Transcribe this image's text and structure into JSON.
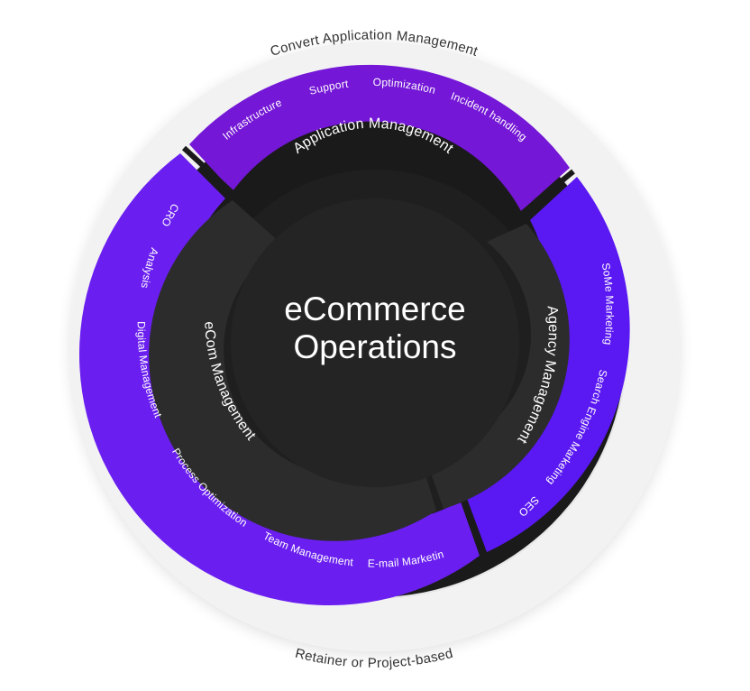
{
  "center": {
    "line1": "eCommerce",
    "line2": "Operations"
  },
  "outer": {
    "top": "Convert Application Management",
    "bottom": "Retainer or Project-based"
  },
  "segments": {
    "application": {
      "title": "Application Management",
      "items": [
        "Infrastructure",
        "Support",
        "Optimization",
        "Incident handling"
      ],
      "color": "#7417d6"
    },
    "agency": {
      "title": "Agency Management",
      "items": [
        "SoMe Marketing",
        "Search Engine Marketing",
        "SEO"
      ],
      "color": "#5a18f2"
    },
    "ecom": {
      "title": "eCom Management",
      "items": [
        "CRO",
        "Analysis",
        "Digital Management",
        "Process Optimization",
        "Team Management",
        "E-mail Marketing"
      ],
      "color": "#6a1ff0"
    }
  },
  "colors": {
    "ring_bg": "#f2f2f3",
    "dark_ring": "#1a1a1a",
    "inner_segment": "#2c2c2d",
    "core": "#242424",
    "text_dark": "#333333",
    "text_light": "#ffffff"
  }
}
